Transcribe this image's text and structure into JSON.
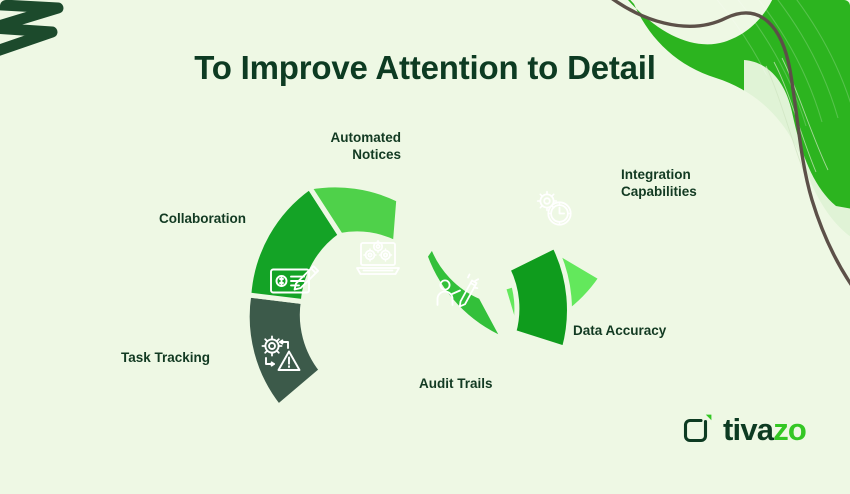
{
  "page": {
    "title": "To Improve Attention to Detail",
    "background_color": "#eef8e4",
    "title_color": "#0d3b22"
  },
  "decor": {
    "scribble": {
      "name": "zigzag-scribble",
      "color": "#1c4a2c"
    },
    "blob": {
      "name": "green-blob",
      "color": "#2cb41f"
    },
    "curve_line": {
      "name": "curved-line",
      "color": "#5c5048"
    }
  },
  "diagram": {
    "type": "s-curve-process",
    "segments": [
      {
        "id": "task-tracking",
        "label": "Task Tracking",
        "icon": "gear-warning-icon",
        "color": "#3c5a4a",
        "label_align": "right"
      },
      {
        "id": "collaboration",
        "label": "Collaboration",
        "icon": "check-pen-icon",
        "color": "#14a326",
        "label_align": "right"
      },
      {
        "id": "automated-notices",
        "label": "Automated\nNotices",
        "icon": "laptop-gears-icon",
        "color": "#4fd14a",
        "label_align": "right"
      },
      {
        "id": "audit-trails",
        "label": "Audit Trails",
        "icon": "person-pencil-icon",
        "color": "#33c03a",
        "label_align": "left"
      },
      {
        "id": "data-accuracy",
        "label": "Data Accuracy",
        "icon": "document-search-icon",
        "color": "#63e85c",
        "label_align": "left"
      },
      {
        "id": "integration-capabilities",
        "label": "Integration\nCapabilities",
        "icon": "gear-clock-icon",
        "color": "#0f9c1d",
        "label_align": "left"
      }
    ]
  },
  "logo": {
    "mark": "tivazo-bracket-icon",
    "word_primary": "tiva",
    "word_accent": "zo",
    "primary_color": "#0d3b22",
    "accent_color": "#34c724"
  }
}
